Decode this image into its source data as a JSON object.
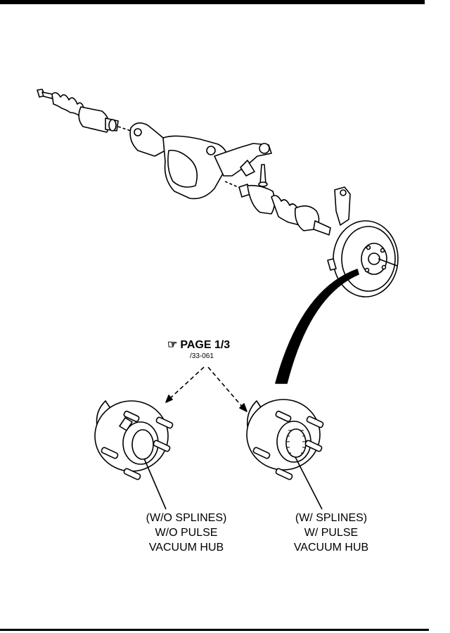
{
  "reference": {
    "icon": "pointing-hand-icon",
    "label": "PAGE 1/3",
    "code": "/33-061"
  },
  "hubs": [
    {
      "line1": "(W/O SPLINES)",
      "line2": "W/O PULSE",
      "line3": "VACUUM HUB"
    },
    {
      "line1": "(W/ SPLINES)",
      "line2": "W/ PULSE",
      "line3": "VACUUM HUB"
    }
  ]
}
